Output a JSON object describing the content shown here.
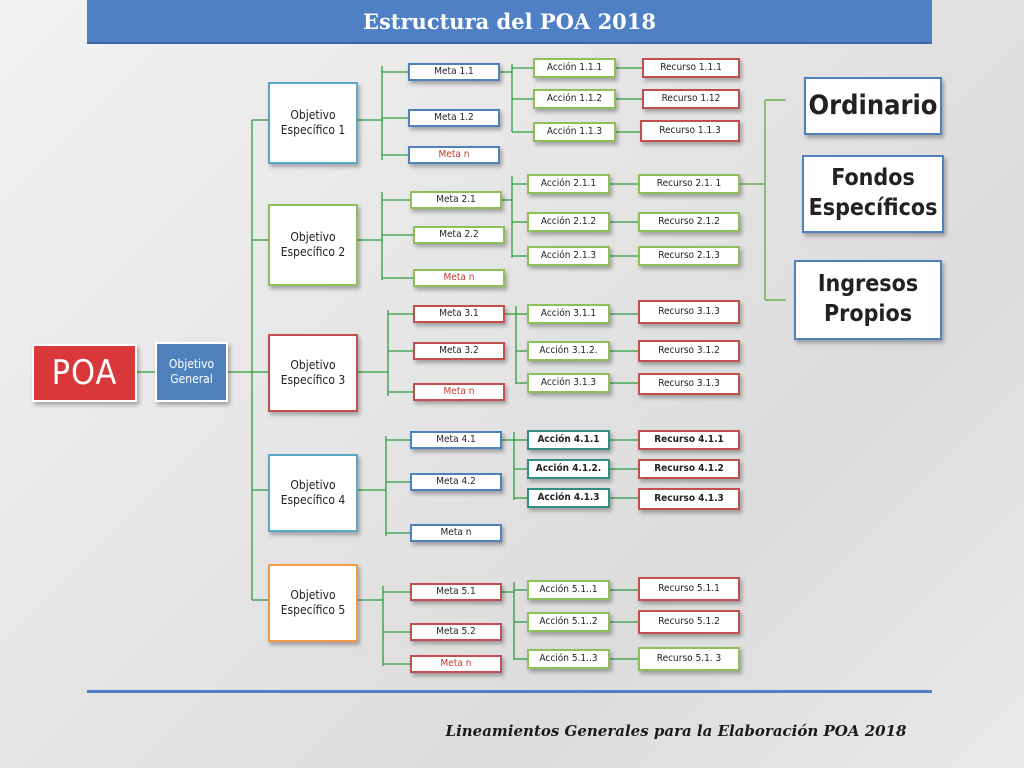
{
  "title": "Estructura del POA 2018",
  "footer": "Lineamientos Generales para la Elaboración POA 2018",
  "poa": "POA",
  "general": "Objetivo General",
  "objectives": [
    {
      "label": "Objetivo Específico 1",
      "metas": [
        "Meta 1.1",
        "Meta 1.2",
        "Meta n"
      ],
      "acciones": [
        "Acción 1.1.1",
        "Acción 1.1.2",
        "Acción 1.1.3"
      ],
      "recursos": [
        "Recurso 1.1.1",
        "Recurso 1.12",
        "Recurso 1.1.3"
      ]
    },
    {
      "label": "Objetivo Específico 2",
      "metas": [
        "Meta 2.1",
        "Meta 2.2",
        "Meta n"
      ],
      "acciones": [
        "Acción 2.1.1",
        "Acción 2.1.2",
        "Acción 2.1.3"
      ],
      "recursos": [
        "Recurso 2.1. 1",
        "Recurso 2.1.2",
        "Recurso 2.1.3"
      ]
    },
    {
      "label": "Objetivo Específico 3",
      "metas": [
        "Meta 3.1",
        "Meta 3.2",
        "Meta n"
      ],
      "acciones": [
        "Acción 3.1.1",
        "Acción 3.1.2.",
        "Acción 3.1.3"
      ],
      "recursos": [
        "Recurso 3.1.3",
        "Recurso 3.1.2",
        "Recurso 3.1.3"
      ]
    },
    {
      "label": "Objetivo Específico 4",
      "metas": [
        "Meta 4.1",
        "Meta 4.2",
        "Meta n"
      ],
      "acciones": [
        "Acción 4.1.1",
        "Acción 4.1.2.",
        "Acción 4.1.3"
      ],
      "recursos": [
        "Recurso 4.1.1",
        "Recurso 4.1.2",
        "Recurso 4.1.3"
      ]
    },
    {
      "label": "Objetivo Específico 5",
      "metas": [
        "Meta 5.1",
        "Meta 5.2",
        "Meta n"
      ],
      "acciones": [
        "Acción 5.1..1",
        "Acción 5.1..2",
        "Acción 5.1..3"
      ],
      "recursos": [
        "Recurso 5.1.1",
        "Recurso 5.1.2",
        "Recurso 5.1. 3"
      ]
    }
  ],
  "funds": [
    "Ordinario",
    "Fondos Específicos",
    "Ingresos Propios"
  ],
  "colors": {
    "title_bar": "#4f7fc4",
    "poa": "#d9373a",
    "general": "#4f81bd",
    "connector": "#2e9e3e",
    "fund_connector": "#6ab04c"
  }
}
